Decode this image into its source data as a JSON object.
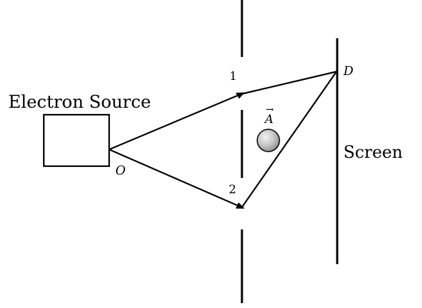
{
  "labels": {
    "source": "Electron Source",
    "origin": "O",
    "slit_top": "1",
    "slit_bottom": "2",
    "detector_point": "D",
    "screen": "Screen",
    "vector_potential": "A",
    "vector_arrow": "→"
  },
  "colors": {
    "ink": "#000000",
    "sphere_light": "#e6e6e6",
    "sphere_dark": "#8a8a8a"
  }
}
